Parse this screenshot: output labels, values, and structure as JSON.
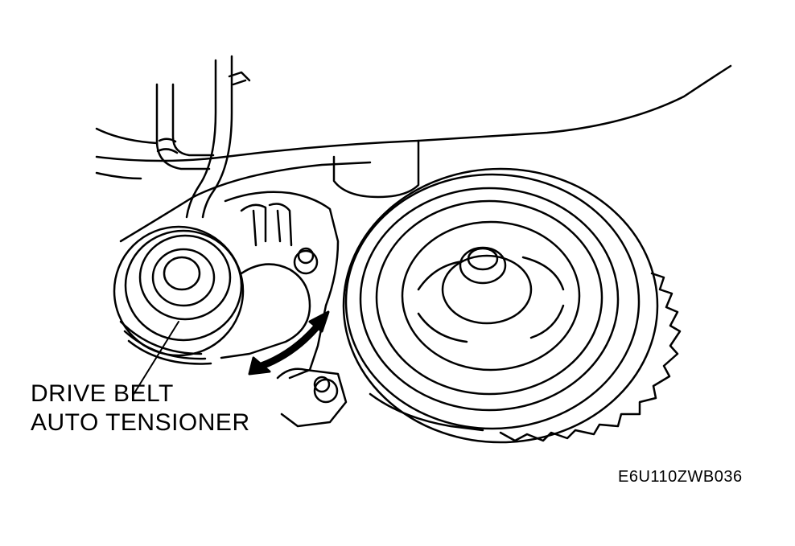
{
  "labels": {
    "callout_line1": "DRIVE BELT",
    "callout_line2": "AUTO TENSIONER",
    "figure_code": "E6U110ZWB036"
  },
  "colors": {
    "ink": "#000000",
    "paper": "#ffffff"
  }
}
